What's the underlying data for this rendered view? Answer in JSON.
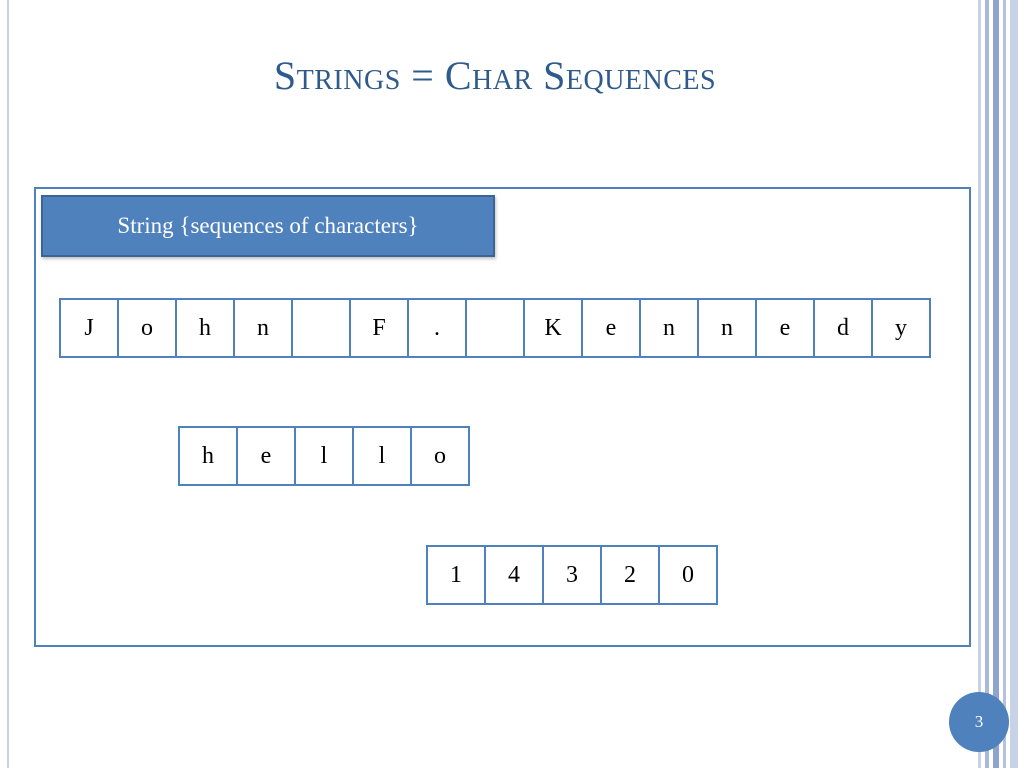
{
  "slide": {
    "title": "Strings = Char Sequences",
    "label": "String {sequences of characters}",
    "rows": [
      [
        "J",
        "o",
        "h",
        "n",
        "",
        "F",
        ".",
        "",
        "K",
        "e",
        "n",
        "n",
        "e",
        "d",
        "y"
      ],
      [
        "h",
        "e",
        "l",
        "l",
        "o"
      ],
      [
        "1",
        "4",
        "3",
        "2",
        "0"
      ]
    ],
    "page_number": "3"
  },
  "colors": {
    "title": "#2e5a8c",
    "accent": "#4f81bd"
  }
}
